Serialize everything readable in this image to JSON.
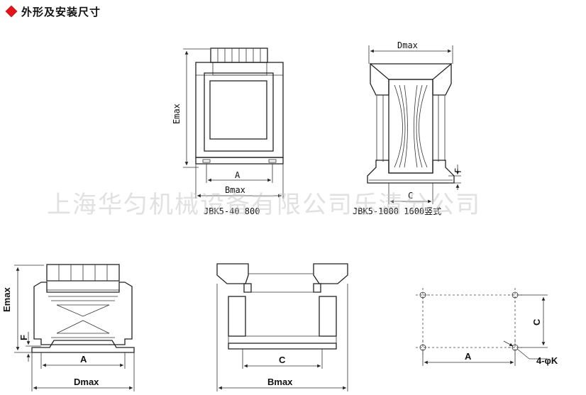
{
  "section_title": "外形及安装尺寸",
  "watermark": "上海华匀机械设备有限公司乐清分公司",
  "top_left": {
    "caption": "JBK5-40 800",
    "dim_e": "Emax",
    "dim_a": "A",
    "dim_b": "Bmax"
  },
  "top_right": {
    "caption": "JBK5-1000 1600竖式",
    "dim_d": "Dmax",
    "dim_c": "C",
    "dim_f": "F"
  },
  "bottom_left": {
    "dim_e": "Emax",
    "dim_f": "F",
    "dim_a": "A",
    "dim_d": "Dmax"
  },
  "bottom_mid": {
    "dim_c": "C",
    "dim_b": "Bmax"
  },
  "bottom_right": {
    "dim_c": "C",
    "dim_a": "A",
    "dim_k": "4-φK"
  }
}
